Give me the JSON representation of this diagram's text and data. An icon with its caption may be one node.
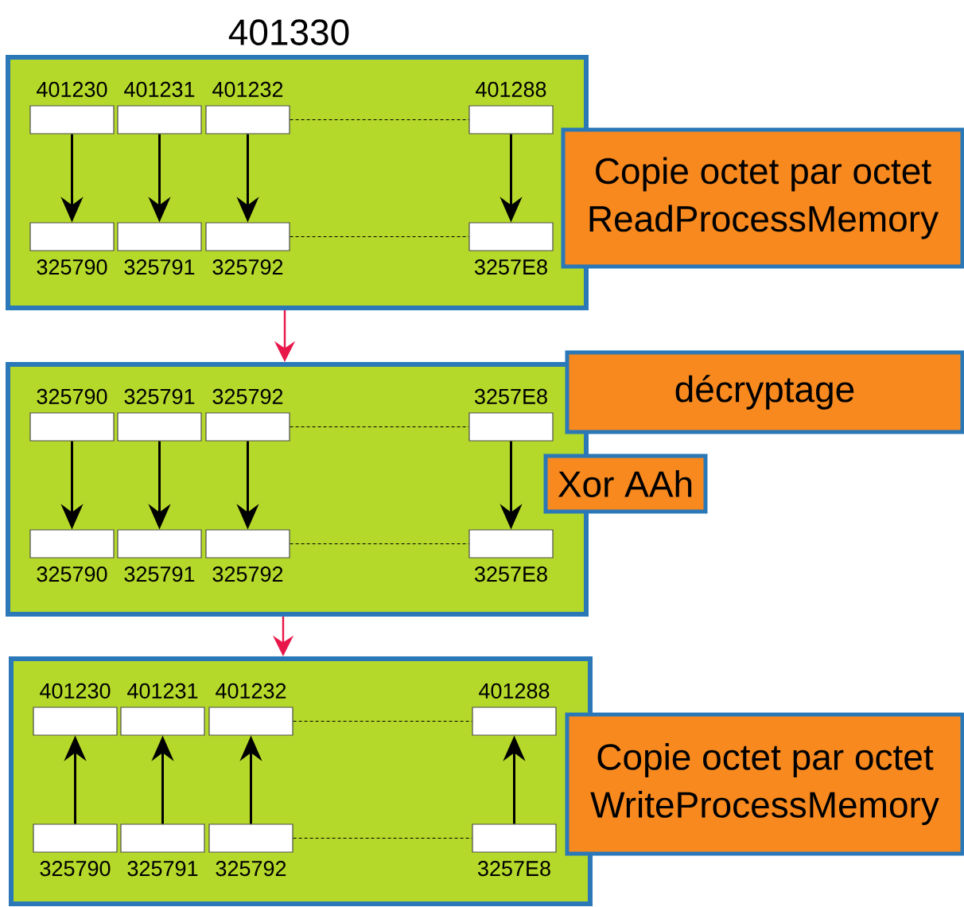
{
  "diagram": {
    "nodes": [
      {
        "text": [
          "401330"
        ]
      },
      {
        "text": [],
        "shape": "box",
        "in": 0,
        "beside": [
          "401230"
        ]
      },
      {
        "text": [],
        "shape": "box",
        "in": 0,
        "beside": [
          "401231"
        ]
      },
      {
        "text": [],
        "shape": "box",
        "in": 0,
        "beside": [
          "401232"
        ]
      },
      {
        "text": [],
        "shape": "box",
        "in": 0,
        "beside": [
          "401288"
        ]
      },
      {
        "text": [],
        "shape": "box",
        "in": 0,
        "beside": [
          "325790"
        ]
      },
      {
        "text": [],
        "shape": "box",
        "in": 0,
        "beside": [
          "325791"
        ]
      },
      {
        "text": [],
        "shape": "box",
        "in": 0,
        "beside": [
          "325792"
        ]
      },
      {
        "text": [],
        "shape": "box",
        "in": 0,
        "beside": [
          "3257E8"
        ]
      },
      {
        "text": [],
        "shape": "box"
      },
      {
        "text": [],
        "shape": "box",
        "in": 9,
        "beside": [
          "325790"
        ]
      },
      {
        "text": [],
        "shape": "box",
        "in": 9,
        "beside": [
          "325791"
        ]
      },
      {
        "text": [],
        "shape": "box",
        "in": 9,
        "beside": [
          "325792"
        ]
      },
      {
        "text": [],
        "shape": "box",
        "in": 9,
        "beside": [
          "3257E8"
        ]
      },
      {
        "text": [],
        "shape": "box",
        "in": 9,
        "beside": [
          "325790"
        ]
      },
      {
        "text": [],
        "shape": "box",
        "in": 9,
        "beside": [
          "325791"
        ]
      },
      {
        "text": [],
        "shape": "box",
        "in": 9,
        "beside": [
          "325792"
        ]
      },
      {
        "text": [],
        "shape": "box",
        "in": 9,
        "beside": [
          "3257E8"
        ]
      },
      {
        "text": [],
        "shape": "box"
      },
      {
        "text": [],
        "shape": "box",
        "in": 18,
        "beside": [
          "401230"
        ]
      },
      {
        "text": [],
        "shape": "box",
        "in": 18,
        "beside": [
          "401231"
        ]
      },
      {
        "text": [],
        "shape": "box",
        "in": 18,
        "beside": [
          "401232"
        ]
      },
      {
        "text": [],
        "shape": "box",
        "in": 18,
        "beside": [
          "401288"
        ]
      },
      {
        "text": [],
        "shape": "box",
        "in": 18,
        "beside": [
          "325790"
        ]
      },
      {
        "text": [],
        "shape": "box",
        "in": 18,
        "beside": [
          "325791"
        ]
      },
      {
        "text": [],
        "shape": "box",
        "in": 18,
        "beside": [
          "325792"
        ]
      },
      {
        "text": [],
        "shape": "box",
        "in": 18,
        "beside": [
          "3257E8"
        ]
      },
      {
        "text": [
          "Copie octet par octet",
          "ReadProcessMemory"
        ]
      },
      {
        "text": [
          "décryptage"
        ]
      },
      {
        "text": [
          "Xor AAh"
        ]
      },
      {
        "text": [
          "Copie octet par octet",
          "WriteProcessMemory"
        ]
      }
    ],
    "edges": [
      {
        "from": 1,
        "to": 5,
        "arrow": "to"
      },
      {
        "from": 2,
        "to": 6,
        "arrow": "to"
      },
      {
        "from": 3,
        "to": 7,
        "arrow": "to"
      },
      {
        "from": 4,
        "to": 8,
        "arrow": "to"
      },
      {
        "from": 3,
        "to": 4,
        "arrow": "none",
        "style": "dashed"
      },
      {
        "from": 7,
        "to": 8,
        "arrow": "none",
        "style": "dashed"
      },
      {
        "from": 0,
        "to": 9,
        "arrow": "to",
        "color": "#e8174a"
      },
      {
        "from": 10,
        "to": 14,
        "arrow": "to"
      },
      {
        "from": 11,
        "to": 15,
        "arrow": "to"
      },
      {
        "from": 12,
        "to": 16,
        "arrow": "to"
      },
      {
        "from": 13,
        "to": 17,
        "arrow": "to"
      },
      {
        "from": 12,
        "to": 13,
        "arrow": "none",
        "style": "dashed"
      },
      {
        "from": 16,
        "to": 17,
        "arrow": "none",
        "style": "dashed"
      },
      {
        "from": 9,
        "to": 18,
        "arrow": "to",
        "color": "#e8174a"
      },
      {
        "from": 23,
        "to": 19,
        "arrow": "to"
      },
      {
        "from": 24,
        "to": 20,
        "arrow": "to"
      },
      {
        "from": 25,
        "to": 21,
        "arrow": "to"
      },
      {
        "from": 26,
        "to": 22,
        "arrow": "to"
      },
      {
        "from": 21,
        "to": 22,
        "arrow": "none",
        "style": "dashed"
      },
      {
        "from": 25,
        "to": 26,
        "arrow": "none",
        "style": "dashed"
      }
    ]
  }
}
